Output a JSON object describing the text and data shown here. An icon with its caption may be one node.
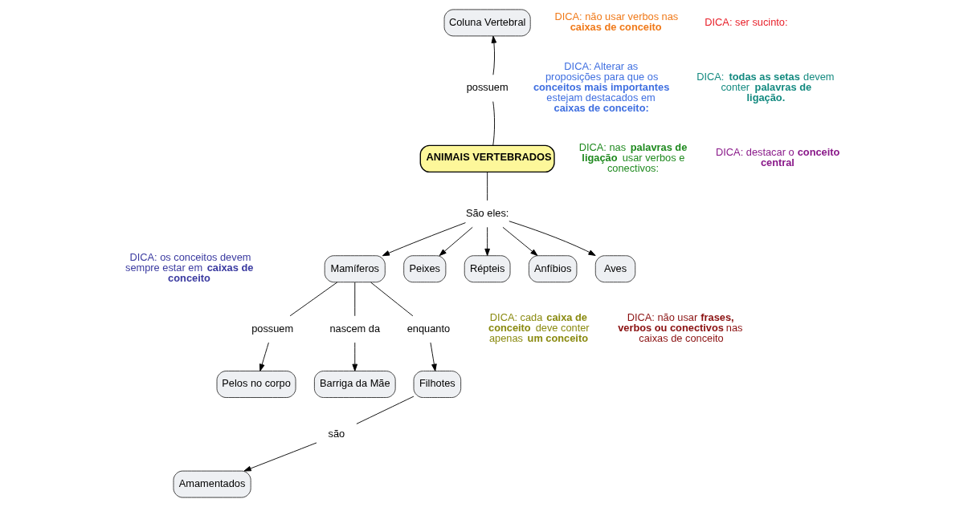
{
  "diagram": {
    "nodes": [
      {
        "text": [
          "ANIMAIS VERTEBRADOS"
        ]
      },
      {
        "text": [
          "possuem"
        ]
      },
      {
        "text": [
          "Coluna Vertebral"
        ]
      },
      {
        "text": [
          "São eles:"
        ]
      },
      {
        "text": [
          "Mamíferos"
        ]
      },
      {
        "text": [
          "Peixes"
        ]
      },
      {
        "text": [
          "Répteis"
        ]
      },
      {
        "text": [
          "Anfíbios"
        ]
      },
      {
        "text": [
          "Aves"
        ]
      },
      {
        "text": [
          "possuem"
        ]
      },
      {
        "text": [
          "Pelos no corpo"
        ]
      },
      {
        "text": [
          "nascem da"
        ]
      },
      {
        "text": [
          "Barriga da Mãe"
        ]
      },
      {
        "text": [
          "enquanto"
        ]
      },
      {
        "text": [
          "Filhotes"
        ]
      },
      {
        "text": [
          "são"
        ]
      },
      {
        "text": [
          "Amamentados"
        ]
      }
    ],
    "edges": [
      {
        "from": 0,
        "to": 1,
        "arrow": "none"
      },
      {
        "from": 1,
        "to": 2,
        "arrow": "to"
      },
      {
        "from": 0,
        "to": 3,
        "arrow": "none"
      },
      {
        "from": 3,
        "to": 4,
        "arrow": "to"
      },
      {
        "from": 3,
        "to": 5,
        "arrow": "to"
      },
      {
        "from": 3,
        "to": 6,
        "arrow": "to"
      },
      {
        "from": 3,
        "to": 7,
        "arrow": "to"
      },
      {
        "from": 3,
        "to": 8,
        "arrow": "to"
      },
      {
        "from": 4,
        "to": 9,
        "arrow": "none"
      },
      {
        "from": 9,
        "to": 10,
        "arrow": "to"
      },
      {
        "from": 4,
        "to": 11,
        "arrow": "none"
      },
      {
        "from": 11,
        "to": 12,
        "arrow": "to"
      },
      {
        "from": 4,
        "to": 13,
        "arrow": "none"
      },
      {
        "from": 13,
        "to": 14,
        "arrow": "to"
      },
      {
        "from": 14,
        "to": 15,
        "arrow": "none"
      },
      {
        "from": 15,
        "to": 16,
        "arrow": "to"
      }
    ],
    "labels": [
      "DICA: não usar verbos nas **caixas de conceito**",
      "DICA: ser sucinto:",
      "DICA: Alterar as proposições para que os **conceitos mais importantes** estejam destacados em **caixas de conceito:**",
      "DICA: nas **palavras de ligação** usar verbos e conectivos:",
      "DICA: destacar o **conceito central**",
      "DICA: **todas as setas** devem conter **palavras de ligação.**",
      "DICA: os conceitos devem sempre estar em **caixas de conceito**",
      "DICA: cada **caixa de conceito** deve conter apenas **um conceito**",
      "DICA: não usar **frases, verbos ou conectivos** nas caixas de conceito"
    ]
  }
}
